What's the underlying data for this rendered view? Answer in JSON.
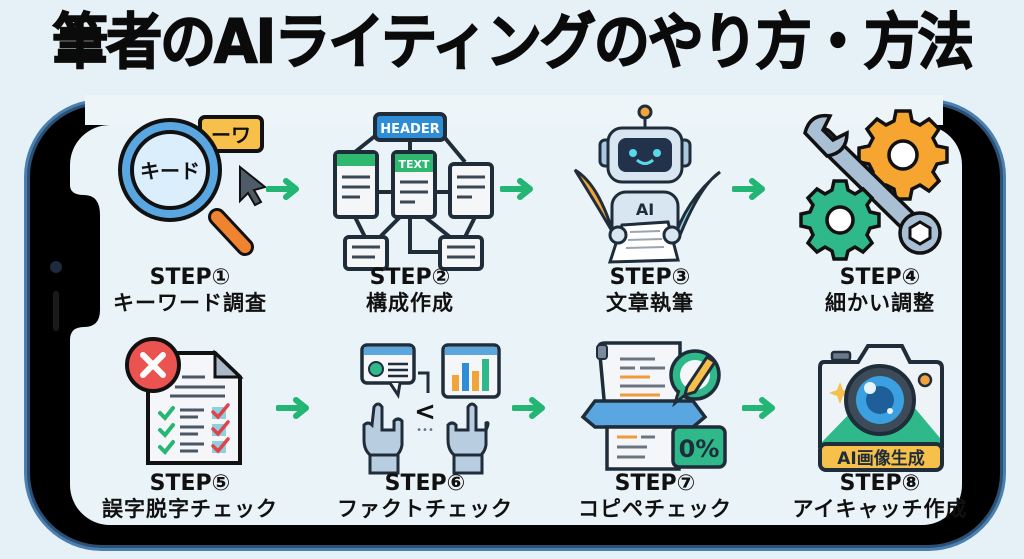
{
  "title": "筆者のAIライティングのやり方・方法",
  "colors": {
    "background": "#e6f1f7",
    "phone_frame": "#000000",
    "phone_edge": "#4a7fb0",
    "arrow": "#22b573",
    "title_text": "#0b0b0b"
  },
  "steps": [
    {
      "step": "STEP①",
      "label": "キーワード調査",
      "icon": "magnifier-keyword-icon",
      "icon_text": "キード",
      "tag_text": "ーワ"
    },
    {
      "step": "STEP②",
      "label": "構成作成",
      "icon": "structure-diagram-icon",
      "header_text": "HEADER",
      "text_label": "TEXT"
    },
    {
      "step": "STEP③",
      "label": "文章執筆",
      "icon": "ai-robot-writer-icon",
      "badge_text": "AI"
    },
    {
      "step": "STEP④",
      "label": "細かい調整",
      "icon": "wrench-gears-icon"
    },
    {
      "step": "STEP⑤",
      "label": "誤字脱字チェック",
      "icon": "checklist-document-icon"
    },
    {
      "step": "STEP⑥",
      "label": "ファクトチェック",
      "icon": "fact-compare-hands-icon",
      "compare_symbol": "<"
    },
    {
      "step": "STEP⑦",
      "label": "コピペチェック",
      "icon": "copy-check-scanner-icon",
      "percent_text": "0%"
    },
    {
      "step": "STEP⑧",
      "label": "アイキャッチ作成",
      "icon": "camera-ai-image-icon",
      "badge_text": "AI画像生成"
    }
  ],
  "arrows": [
    "arrow-right",
    "arrow-right",
    "arrow-right",
    "arrow-right",
    "arrow-right",
    "arrow-right"
  ]
}
